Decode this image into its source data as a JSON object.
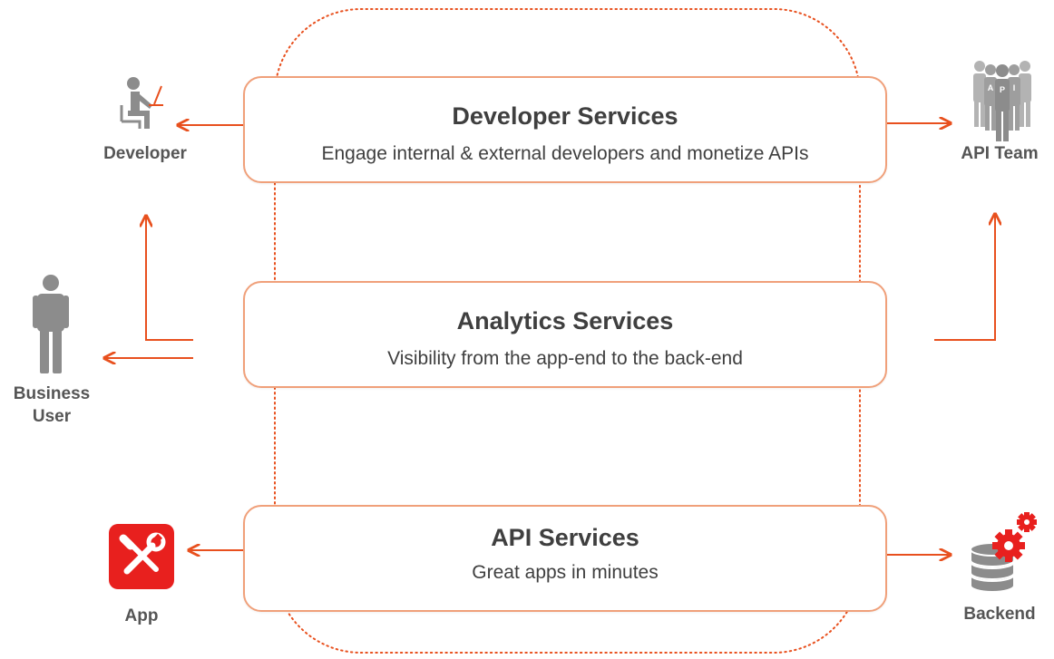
{
  "colors": {
    "accent": "#e8501e",
    "box_border": "#f0a07a",
    "icon_gray": "#8c8c8c",
    "text": "#3f3f3f",
    "label": "#555555"
  },
  "services": {
    "developer": {
      "title": "Developer Services",
      "description": "Engage internal & external developers and monetize APIs"
    },
    "analytics": {
      "title": "Analytics Services",
      "description": "Visibility from the app-end to the back-end"
    },
    "api": {
      "title": "API Services",
      "description": "Great apps in minutes"
    }
  },
  "actors": {
    "developer": {
      "label": "Developer",
      "icon": "developer-at-laptop-icon"
    },
    "api_team": {
      "label": "API Team",
      "icon": "api-team-group-icon",
      "badge_letters": [
        "A",
        "P",
        "I"
      ]
    },
    "business_user": {
      "label_line1": "Business",
      "label_line2": "User",
      "icon": "person-icon"
    },
    "app": {
      "label": "App",
      "icon": "wrench-screwdriver-icon"
    },
    "backend": {
      "label": "Backend",
      "icon": "database-gears-icon"
    }
  }
}
